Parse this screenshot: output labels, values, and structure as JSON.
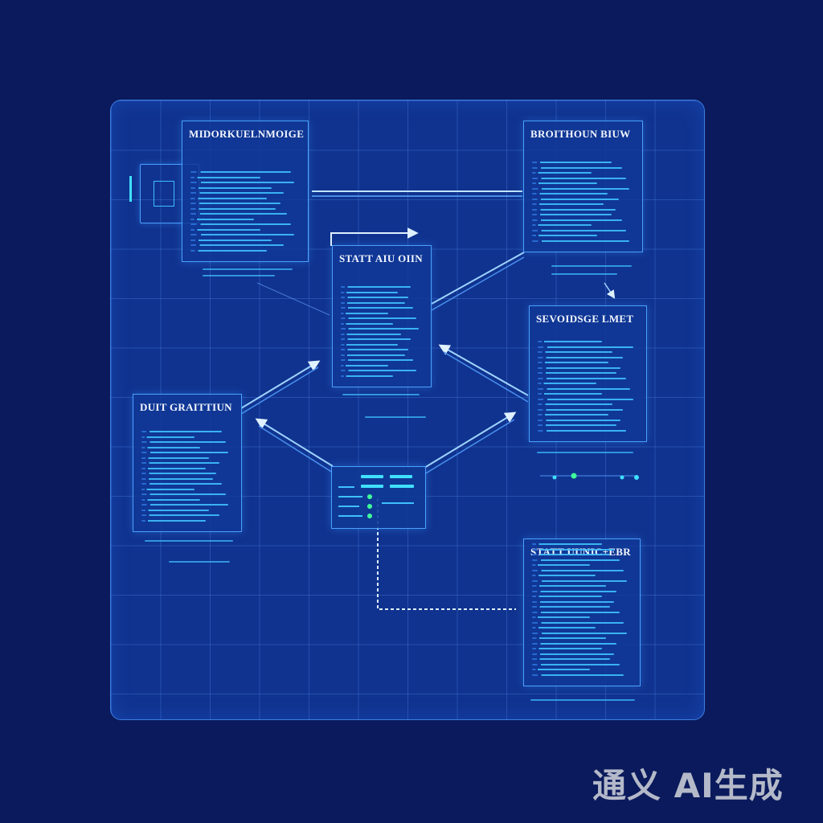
{
  "diagram": {
    "nodes": [
      {
        "id": "top-left",
        "title": "MIDORKUELNMOIGE",
        "lines": 16
      },
      {
        "id": "top-right",
        "title": "BROITHOUN BIUW",
        "lines": 16
      },
      {
        "id": "center",
        "title": "STATT AIU OIIN",
        "lines": 18
      },
      {
        "id": "mid-right",
        "title": "SEVOIDSGE LMET",
        "lines": 18
      },
      {
        "id": "left",
        "title": "DUIT GRAITTIUN",
        "lines": 18
      },
      {
        "id": "bottom-right",
        "title": "STATT UUNIC+EBR",
        "lines": 26
      }
    ],
    "colors": {
      "background": "#0a1a5c",
      "panel": "#10338f",
      "border": "#4aa0ff",
      "accent": "#3fe0ff",
      "status": "#3fff9a"
    }
  },
  "watermark": "通义 AI生成"
}
